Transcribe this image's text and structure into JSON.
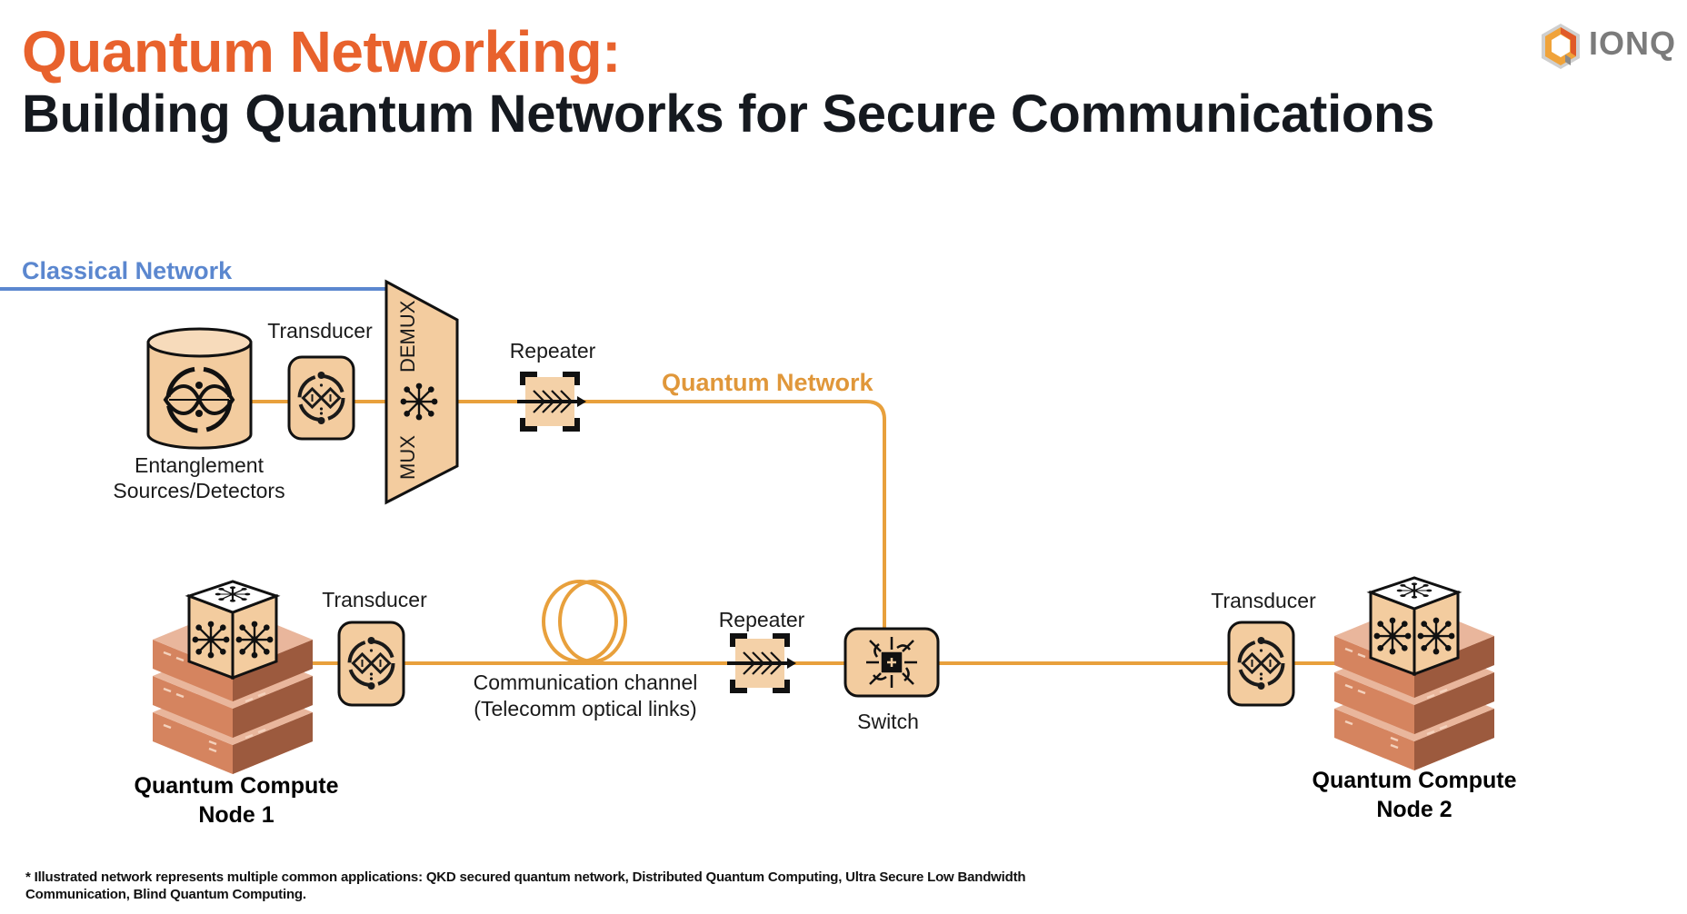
{
  "header": {
    "title_line1": "Quantum Networking:",
    "title_line2": "Building Quantum Networks for Secure Communications",
    "logo_text": "IONQ"
  },
  "colors": {
    "accent_orange": "#e8622d",
    "quantum_line": "#e8a03c",
    "classical_line": "#5b87cf",
    "component_fill": "#f3cc9f",
    "server_fill": "#d9896a"
  },
  "network_labels": {
    "classical": "Classical Network",
    "quantum": "Quantum Network"
  },
  "components": {
    "entanglement_line1": "Entanglement",
    "entanglement_line2": "Sources/Detectors",
    "transducer_top": "Transducer",
    "mux": "MUX",
    "demux": "DEMUX",
    "repeater_top": "Repeater",
    "transducer_node1": "Transducer",
    "comm_channel_line1": "Communication channel",
    "comm_channel_line2": "(Telecomm optical links)",
    "repeater_bottom": "Repeater",
    "switch": "Switch",
    "transducer_node2": "Transducer"
  },
  "nodes": {
    "node1_line1": "Quantum Compute",
    "node1_line2": "Node 1",
    "node2_line1": "Quantum Compute",
    "node2_line2": "Node 2"
  },
  "footer": {
    "note": "* Illustrated network represents multiple common applications: QKD secured quantum network, Distributed Quantum Computing, Ultra Secure Low Bandwidth Communication, Blind Quantum Computing."
  }
}
